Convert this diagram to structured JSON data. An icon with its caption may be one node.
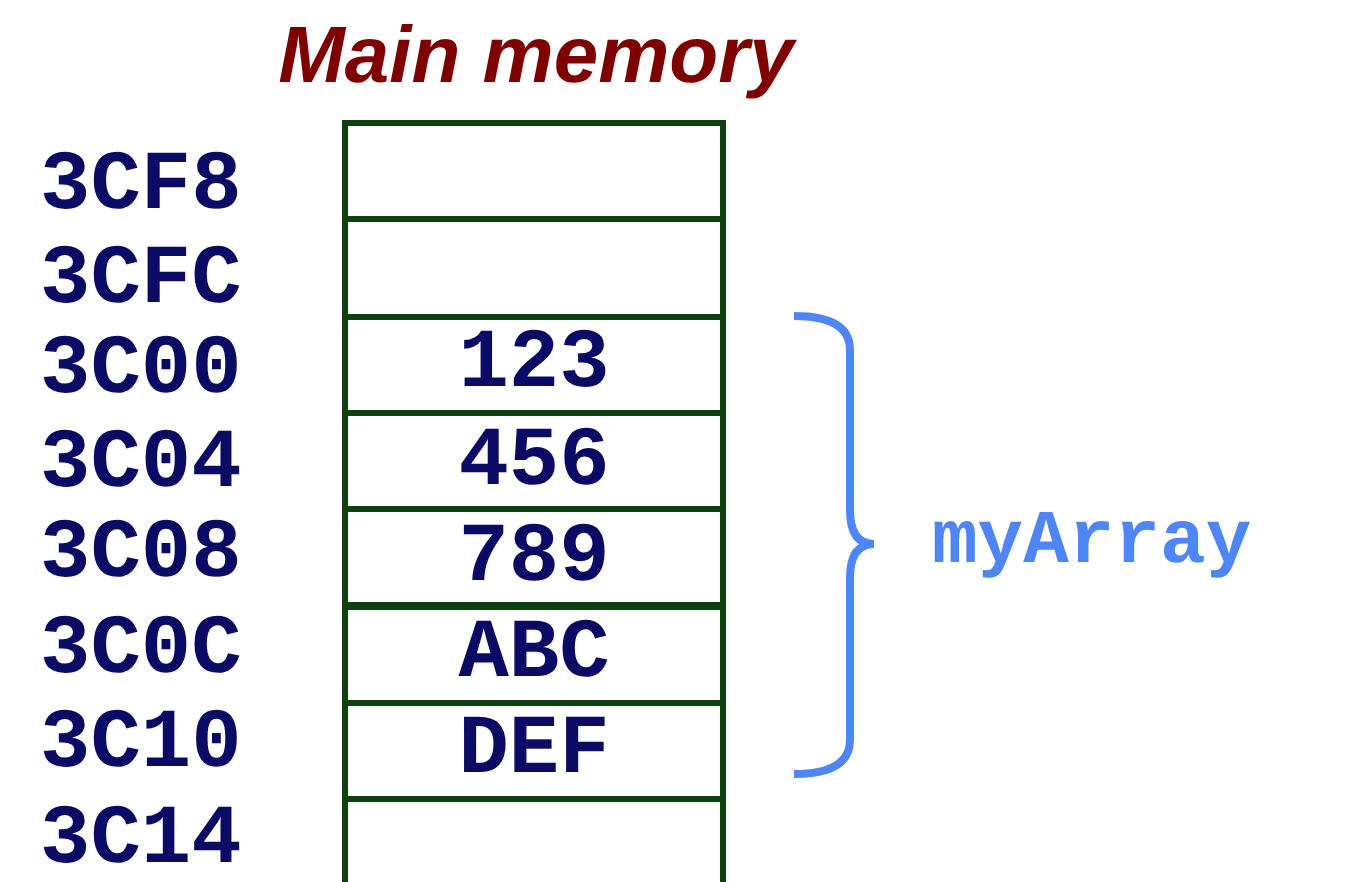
{
  "diagram": {
    "title": "Main memory",
    "nodes": [
      {
        "text": [],
        "shape": "box",
        "beside": [
          "3CF8"
        ]
      },
      {
        "text": [],
        "shape": "box",
        "beside": [
          "3CFC"
        ]
      },
      {
        "text": [
          "123"
        ],
        "beside": [
          "3C00"
        ]
      },
      {
        "text": [
          "456"
        ],
        "beside": [
          "3C04"
        ]
      },
      {
        "text": [
          "789"
        ],
        "beside": [
          "3C08"
        ]
      },
      {
        "text": [
          "ABC"
        ],
        "beside": [
          "3C0C"
        ]
      },
      {
        "text": [
          "DEF"
        ],
        "beside": [
          "3C10"
        ]
      },
      {
        "text": [],
        "shape": "box",
        "beside": [
          "3C14"
        ]
      }
    ],
    "labels": [
      "myArray"
    ]
  }
}
